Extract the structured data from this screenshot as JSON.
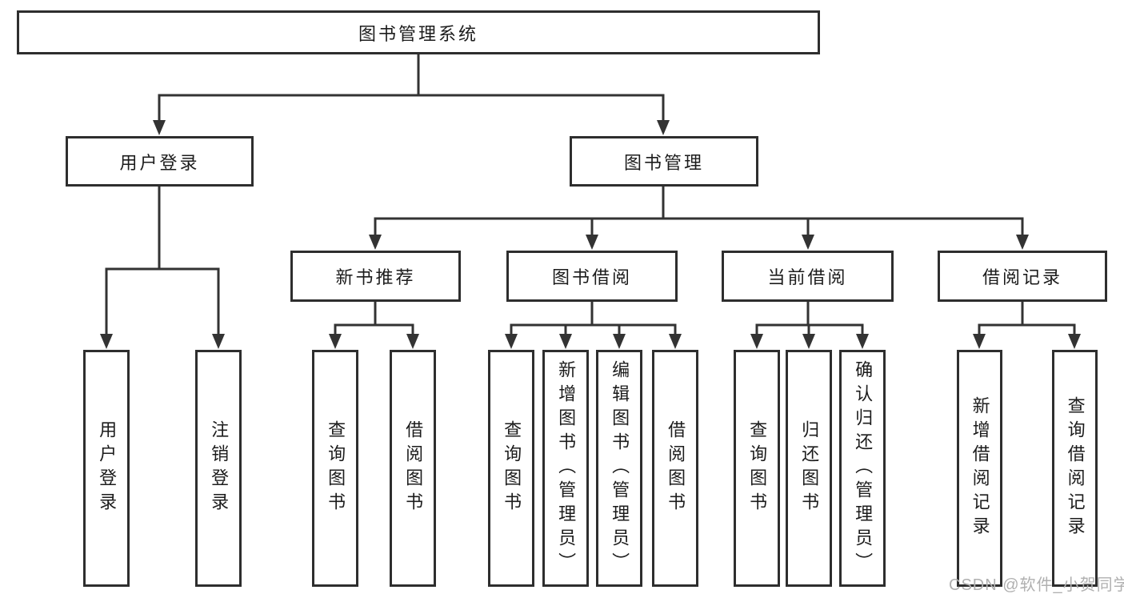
{
  "colors": {
    "line": "#333333",
    "box_border": "#2e2e2e",
    "text": "#1c1c1c",
    "watermark": "#b0b0b0",
    "background": "#ffffff"
  },
  "watermark": {
    "text": "CSDN @软件_小贺同学"
  },
  "tree": {
    "root": {
      "label": "图书管理系统"
    },
    "branches": [
      {
        "label": "用户登录",
        "children": [
          {
            "label": "用户登录"
          },
          {
            "label": "注销登录"
          }
        ]
      },
      {
        "label": "图书管理",
        "children": [
          {
            "label": "新书推荐",
            "children": [
              {
                "label": "查询图书"
              },
              {
                "label": "借阅图书"
              }
            ]
          },
          {
            "label": "图书借阅",
            "children": [
              {
                "label": "查询图书"
              },
              {
                "label": "新增图书（管理员）"
              },
              {
                "label": "编辑图书（管理员）"
              },
              {
                "label": "借阅图书"
              }
            ]
          },
          {
            "label": "当前借阅",
            "children": [
              {
                "label": "查询图书"
              },
              {
                "label": "归还图书"
              },
              {
                "label": "确认归还（管理员）"
              }
            ]
          },
          {
            "label": "借阅记录",
            "children": [
              {
                "label": "新增借阅记录"
              },
              {
                "label": "查询借阅记录"
              }
            ]
          }
        ]
      }
    ]
  }
}
